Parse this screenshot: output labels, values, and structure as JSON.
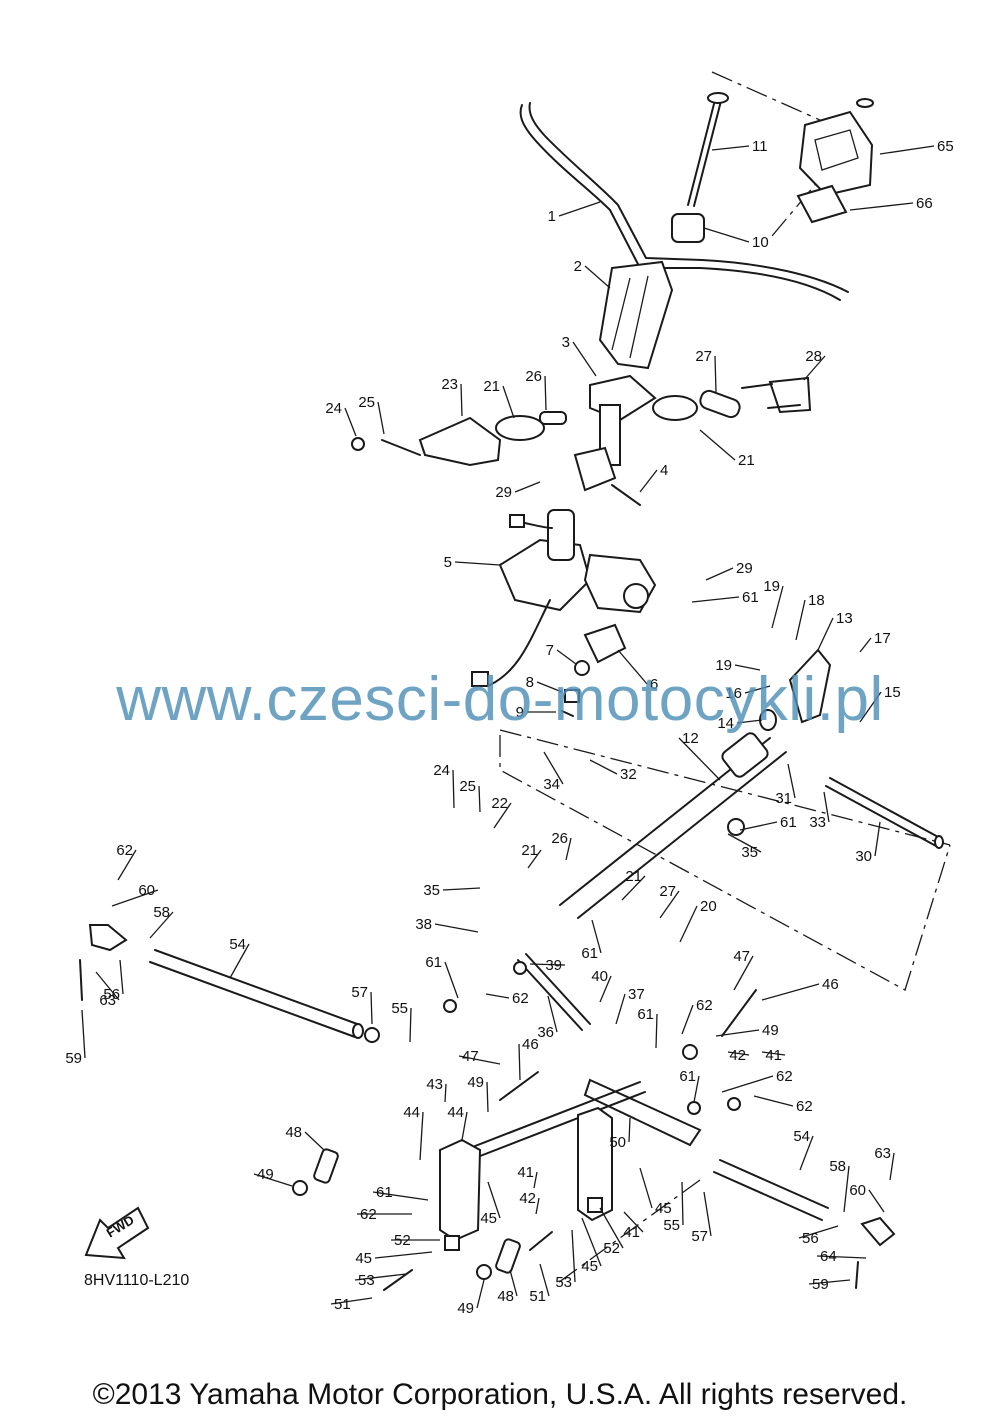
{
  "diagram": {
    "watermark": "www.czesci-do-motocykli.pl",
    "diagram_code": "8HV1110-L210",
    "fwd_label": "FWD",
    "copyright": "©2013 Yamaha Motor Corporation, U.S.A. All rights reserved.",
    "callouts": [
      "1",
      "2",
      "3",
      "4",
      "5",
      "6",
      "7",
      "8",
      "9",
      "10",
      "11",
      "12",
      "13",
      "14",
      "15",
      "16",
      "17",
      "18",
      "19",
      "19",
      "20",
      "21",
      "21",
      "21",
      "21",
      "22",
      "23",
      "24",
      "24",
      "25",
      "25",
      "26",
      "26",
      "27",
      "27",
      "28",
      "29",
      "29",
      "30",
      "31",
      "32",
      "33",
      "34",
      "35",
      "35",
      "36",
      "37",
      "38",
      "39",
      "40",
      "41",
      "41",
      "41",
      "42",
      "42",
      "43",
      "44",
      "44",
      "45",
      "45",
      "45",
      "45",
      "46",
      "46",
      "47",
      "47",
      "48",
      "48",
      "49",
      "49",
      "49",
      "49",
      "50",
      "51",
      "51",
      "52",
      "52",
      "53",
      "53",
      "54",
      "54",
      "55",
      "55",
      "56",
      "56",
      "57",
      "57",
      "58",
      "58",
      "59",
      "59",
      "60",
      "60",
      "61",
      "61",
      "61",
      "61",
      "61",
      "61",
      "61",
      "62",
      "62",
      "62",
      "62",
      "62",
      "62",
      "63",
      "63",
      "64",
      "65",
      "66"
    ]
  }
}
